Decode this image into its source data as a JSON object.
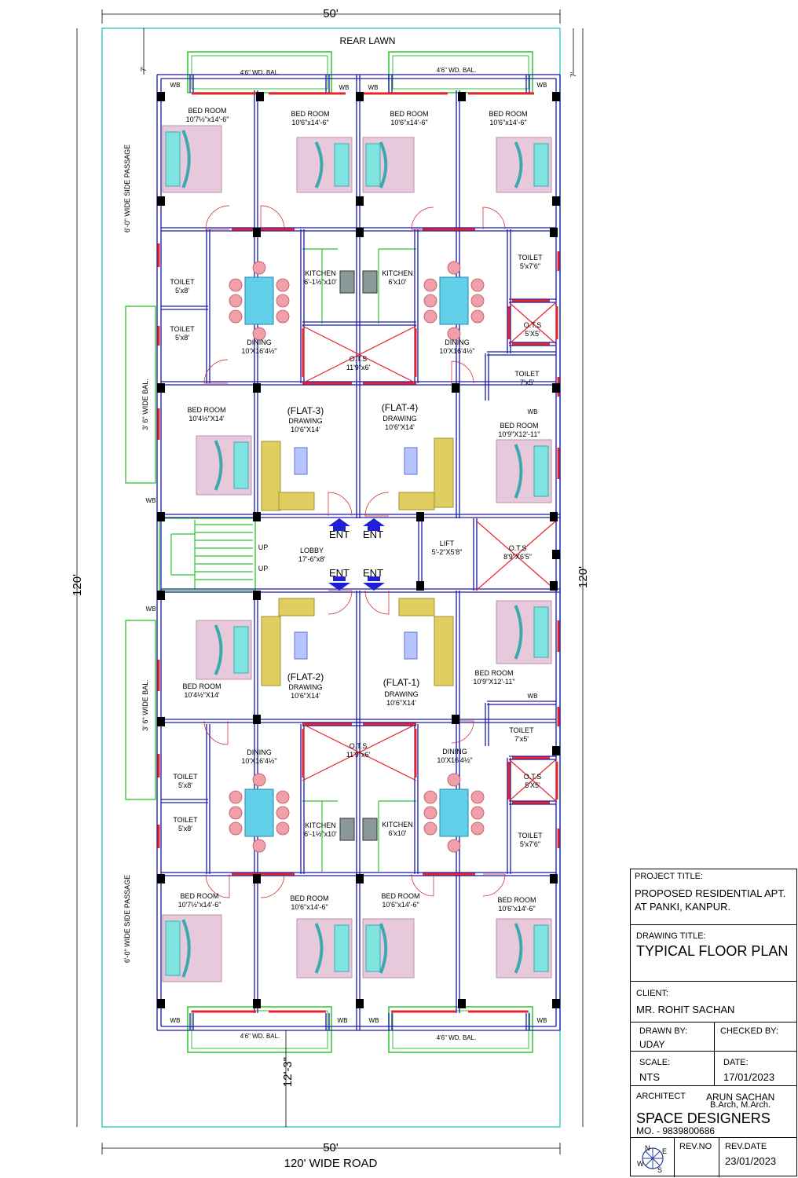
{
  "plan": {
    "dim_width": "50'",
    "dim_length": "120'",
    "dim_setback": "7'",
    "dim_front": "12'-3\"",
    "rear": "REAR LAWN",
    "road": "120' WIDE ROAD",
    "side_passage": "6'-0\" WIDE SIDE PASSAGE",
    "side_bal": "3' 6\" WIDE BAL.",
    "wd_bal": "4'6\" WD. BAL.",
    "wb": "WB",
    "lobby": "LOBBY",
    "lobby_size": "17'-6\"x8'",
    "lift": "LIFT",
    "lift_size": "5'-2\"X5'8\"",
    "up": "UP",
    "ent": "ENT",
    "ots": "O.T.S",
    "ots_center": "11'9\"x6'",
    "ots_lobby": "8'9\"X6'5\"",
    "ots_small": "5'X5'",
    "bed": "BED ROOM",
    "bed_a": "10'7½\"x14'-6\"",
    "bed_b": "10'6\"x14'-6\"",
    "bed_c": "10'4½\"X14'",
    "bed_d": "10'9\"X12'-11\"",
    "kitchen": "KITCHEN",
    "kitchen_a": "6'-1½\"x10'",
    "kitchen_b": "6'x10'",
    "dining": "DINING",
    "dining_size": "10'X16'4½\"",
    "toilet": "TOILET",
    "toilet_a": "5'x8'",
    "toilet_b": "5'x7'6\"",
    "toilet_c": "7'x5'",
    "drawing": "DRAWING",
    "drawing_size": "10'6\"X14'",
    "flat1": "(FLAT-1)",
    "flat2": "(FLAT-2)",
    "flat3": "(FLAT-3)",
    "flat4": "(FLAT-4)"
  },
  "title_block": {
    "project_label": "PROJECT TITLE:",
    "project_line1": "PROPOSED RESIDENTIAL APT.",
    "project_line2": "AT PANKI, KANPUR.",
    "drawing_label": "DRAWING TITLE:",
    "drawing_title": "TYPICAL FLOOR PLAN",
    "client_label": "CLIENT:",
    "client": "MR. ROHIT SACHAN",
    "drawn_label": "DRAWN BY:",
    "drawn": "UDAY",
    "checked_label": "CHECKED BY:",
    "scale_label": "SCALE:",
    "scale": "NTS",
    "date_label": "DATE:",
    "date": "17/01/2023",
    "architect_label": "ARCHITECT",
    "architect": "ARUN SACHAN",
    "architect_quals": "B.Arch, M.Arch.",
    "firm": "SPACE DESIGNERS",
    "mobile": "MO. - 9839800686",
    "rev_no_label": "REV.NO",
    "rev_date_label": "REV.DATE",
    "rev_date": "23/01/2023",
    "compass": [
      "N",
      "E",
      "W",
      "S"
    ]
  },
  "colors": {
    "wall": "#1b1ba8",
    "window": "#e8242b",
    "plot": "#36c9c2",
    "green": "#2fc42f",
    "column": "#000000",
    "arrow": "#1f1fd6",
    "bed": "#e8c9dc",
    "pillow": "#7fe3e0",
    "table": "#62d0e8",
    "chair": "#f0a0a8",
    "sofa": "#e0cf60"
  }
}
